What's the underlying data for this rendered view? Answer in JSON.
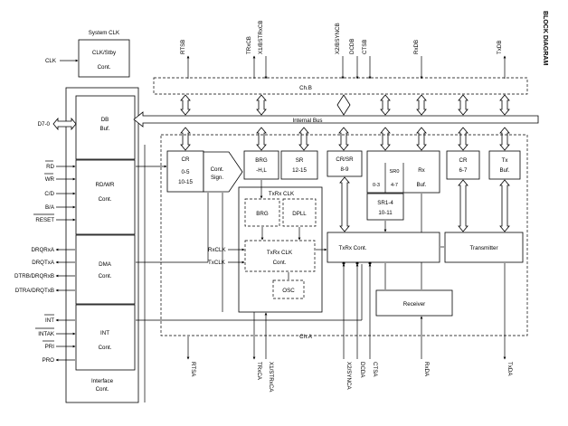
{
  "title": "BLOCK DIAGRAM",
  "blocks": {
    "system_clk": {
      "title": "System CLK",
      "line1": "CLK/Stby",
      "line2": "Cont."
    },
    "db_buf": {
      "line1": "DB",
      "line2": "Buf."
    },
    "rdwr": {
      "line1": "RD/WR",
      "line2": "Cont."
    },
    "dma": {
      "line1": "DMA",
      "line2": "Cont."
    },
    "int": {
      "line1": "INT",
      "line2": "Cont."
    },
    "interface": {
      "line1": "Interface",
      "line2": "Cont."
    },
    "cr_left": {
      "line1": "CR",
      "line2": "0-5",
      "line3": "10-15"
    },
    "cont_sign": {
      "line1": "Cont.",
      "line2": "Sign."
    },
    "brg_hl": {
      "line1": "BRG",
      "line2": "-H,L"
    },
    "sr_1215": {
      "line1": "SR",
      "line2": "12-15"
    },
    "crsr": {
      "line1": "CR/SR",
      "line2": "8-9"
    },
    "srd": {
      "line1": "SR0",
      "line2": "4-7",
      "line3": "0-3"
    },
    "rx_buf": {
      "line1": "Rx",
      "line2": "Buf."
    },
    "sr14": {
      "line1": "SR1-4",
      "line2": "10-11"
    },
    "cr67": {
      "line1": "CR",
      "line2": "6-7"
    },
    "tx_buf": {
      "line1": "Tx",
      "line2": "Buf."
    },
    "txrx_clk_group": "TxRx CLK",
    "brg": "BRG",
    "dpll": "DPLL",
    "txrx_clk_cont": {
      "line1": "TxRx CLK",
      "line2": "Cont."
    },
    "osc": "OSC",
    "txrx_cont": "TxRx Cont.",
    "transmitter": "Transmitter",
    "receiver": "Receiver"
  },
  "buses": {
    "chb": "Ch.B",
    "internal": "Internal Bus",
    "cha": "Ch.A"
  },
  "left_signals": {
    "clk": "CLK",
    "d70": "D7-0",
    "rd": "RD",
    "wr": "WR",
    "cd": "C/D",
    "ba": "B/A",
    "reset": "RESET",
    "drqrxa": "DRQRxA",
    "drqtxa": "DRQTxA",
    "dtrb": "DTRB/DRQRxB",
    "dtra": "DTRA/DRQTxB",
    "intn": "INT",
    "intak": "INTAK",
    "pri": "PRI",
    "pro": "PRO"
  },
  "side_clocks": {
    "rxclk": "RxCLK",
    "txclk": "TxCLK"
  },
  "top_signals": {
    "rtsb": "RTSB",
    "trxcb": "TRxCB",
    "x1bsyncb": "X1/BSTRxCB",
    "x2bsyncb": "X2/BSYNCB",
    "dcdb": "DCDB",
    "ctsb": "CTSB",
    "rxdb": "RxDB",
    "txdb": "TxDB"
  },
  "bottom_signals": {
    "rtsa": "RTSA",
    "trxca": "TRxCA",
    "x1strxca": "X1/STRxCA",
    "x2syncb": "X2/SYNCA",
    "dcda": "DCDA",
    "ctsa": "CTSA",
    "rxda": "RxDA",
    "txda": "TxDA"
  }
}
